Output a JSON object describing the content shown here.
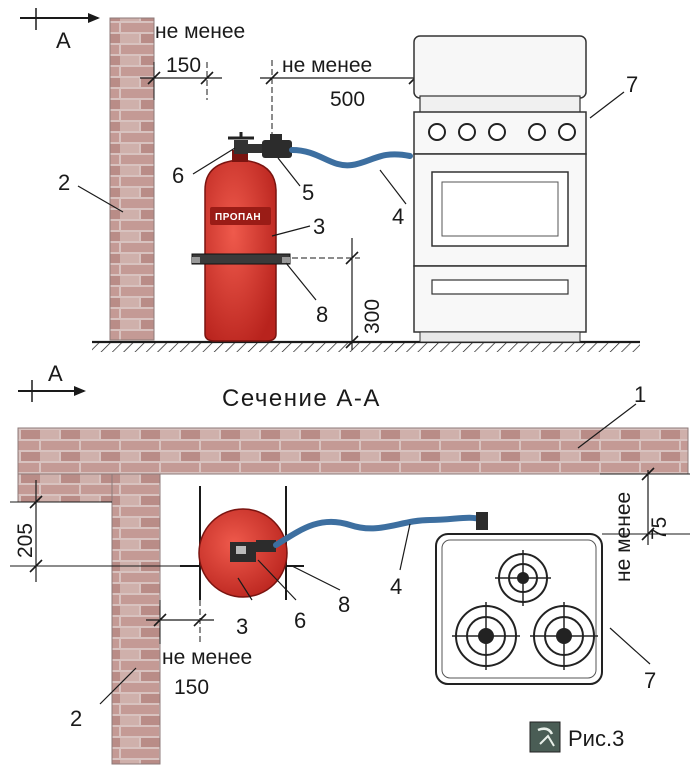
{
  "top_view": {
    "section_mark": "А",
    "labels": {
      "wall": "2",
      "valve": "6",
      "reducer": "5",
      "cylinder": "3",
      "hose": "4",
      "clamp": "8",
      "stove": "7"
    },
    "cylinder_text": "ПРОПАН",
    "dim_wall": {
      "caption": "не менее",
      "value": "150"
    },
    "dim_stove": {
      "caption": "не менее",
      "value": "500"
    },
    "dim_height": {
      "value": "300"
    }
  },
  "section": {
    "mark": "А",
    "title": "Сечение А-А",
    "labels": {
      "wall": "1",
      "wall2": "2",
      "cylinder": "3",
      "valve": "6",
      "clamp": "8",
      "hose": "4",
      "stove": "7"
    },
    "dim_depth": {
      "value": "205"
    },
    "dim_stove": {
      "caption": "не менее",
      "value": "75"
    },
    "dim_wall": {
      "caption": "не менее",
      "value": "150"
    }
  },
  "figure_caption": "Рис.3",
  "colors": {
    "cylinder": "#d8342c",
    "hose": "#3d6fa0",
    "brick": "#c9a7a2",
    "line": "#1a1a1a"
  }
}
